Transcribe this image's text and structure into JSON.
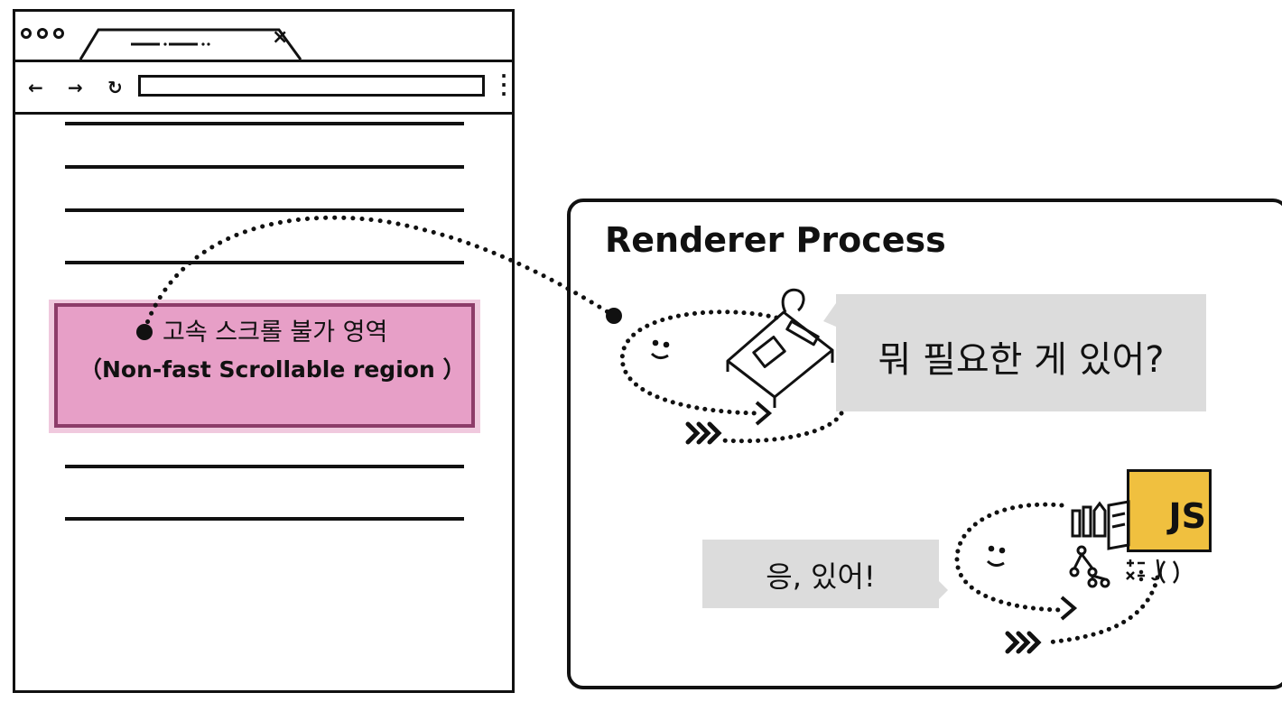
{
  "browser": {
    "tab_icon": "close-icon",
    "nav_back_icon": "arrow-left-icon",
    "nav_forward_icon": "arrow-right-icon",
    "reload_icon": "reload-icon",
    "menu_icon": "kebab-menu-icon",
    "nav_back_glyph": "←",
    "nav_forward_glyph": "→",
    "reload_glyph": "↻",
    "tab_close_glyph": "×"
  },
  "non_fast_region": {
    "label_korean": "고속 스크롤 불가 영역",
    "label_english": "（Non-fast Scrollable region ）"
  },
  "renderer": {
    "title": "Renderer Process",
    "question_bubble": "뭐 필요한 게 있어?",
    "answer_bubble": "응, 있어!",
    "js_badge": "JS"
  },
  "colors": {
    "region_fill": "#e79fc7",
    "region_border": "#8d3c69",
    "bubble_fill": "#dcdcdc",
    "js_fill": "#f0c03f",
    "ink": "#111111"
  }
}
